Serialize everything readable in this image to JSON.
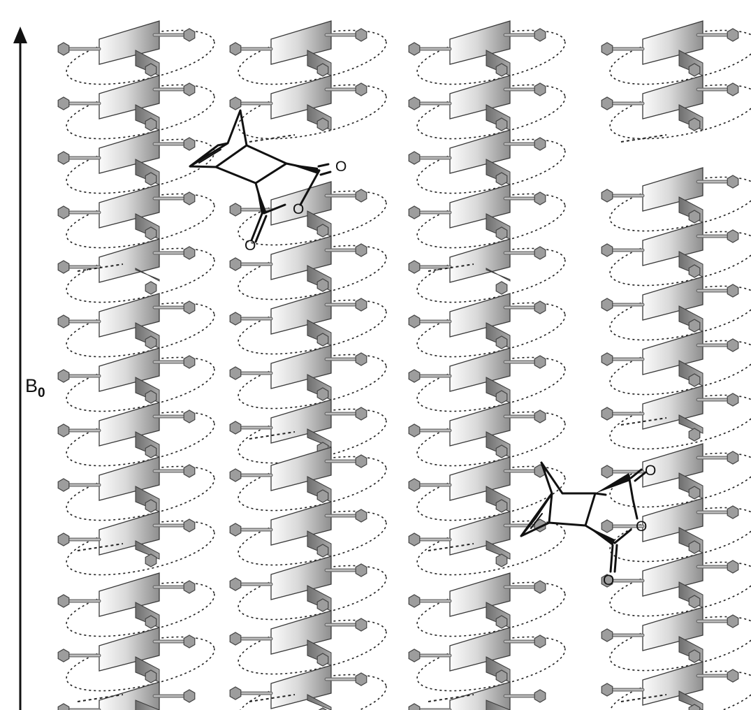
{
  "field_label": {
    "main": "B",
    "subscript": "0"
  },
  "atom_labels": {
    "molecule_top": [
      "O",
      "O",
      "O"
    ],
    "molecule_bottom": [
      "O",
      "O",
      "O"
    ]
  },
  "colors": {
    "background": "#ffffff",
    "ink": "#111111",
    "ribbon_light": "#f2f2f2",
    "ribbon_dark": "#8e8e8e",
    "side_chain": "#9d9d9d"
  },
  "icons": [
    "arrow-up-icon",
    "helix-icon",
    "molecule-icon"
  ]
}
